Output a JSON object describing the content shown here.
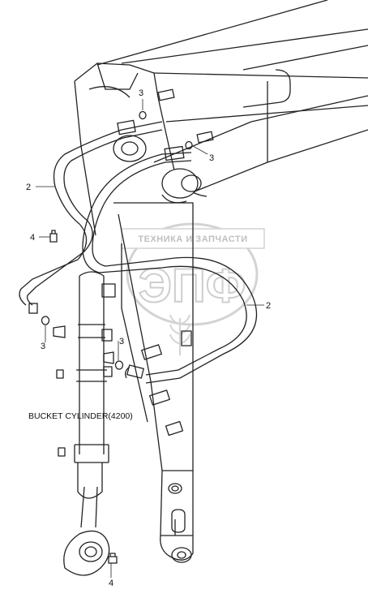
{
  "callouts": {
    "c3_top": "3",
    "c3_right": "3",
    "c2_left": "2",
    "c4_left": "4",
    "c2_right": "2",
    "c3_bl": "3",
    "c3_bm": "3",
    "c4_bottom": "4"
  },
  "caption": "BUCKET CYLINDER(4200)",
  "watermark": {
    "line": "ТЕХНИКА И ЗАПЧАСТИ",
    "logo": "ЭПФ"
  }
}
